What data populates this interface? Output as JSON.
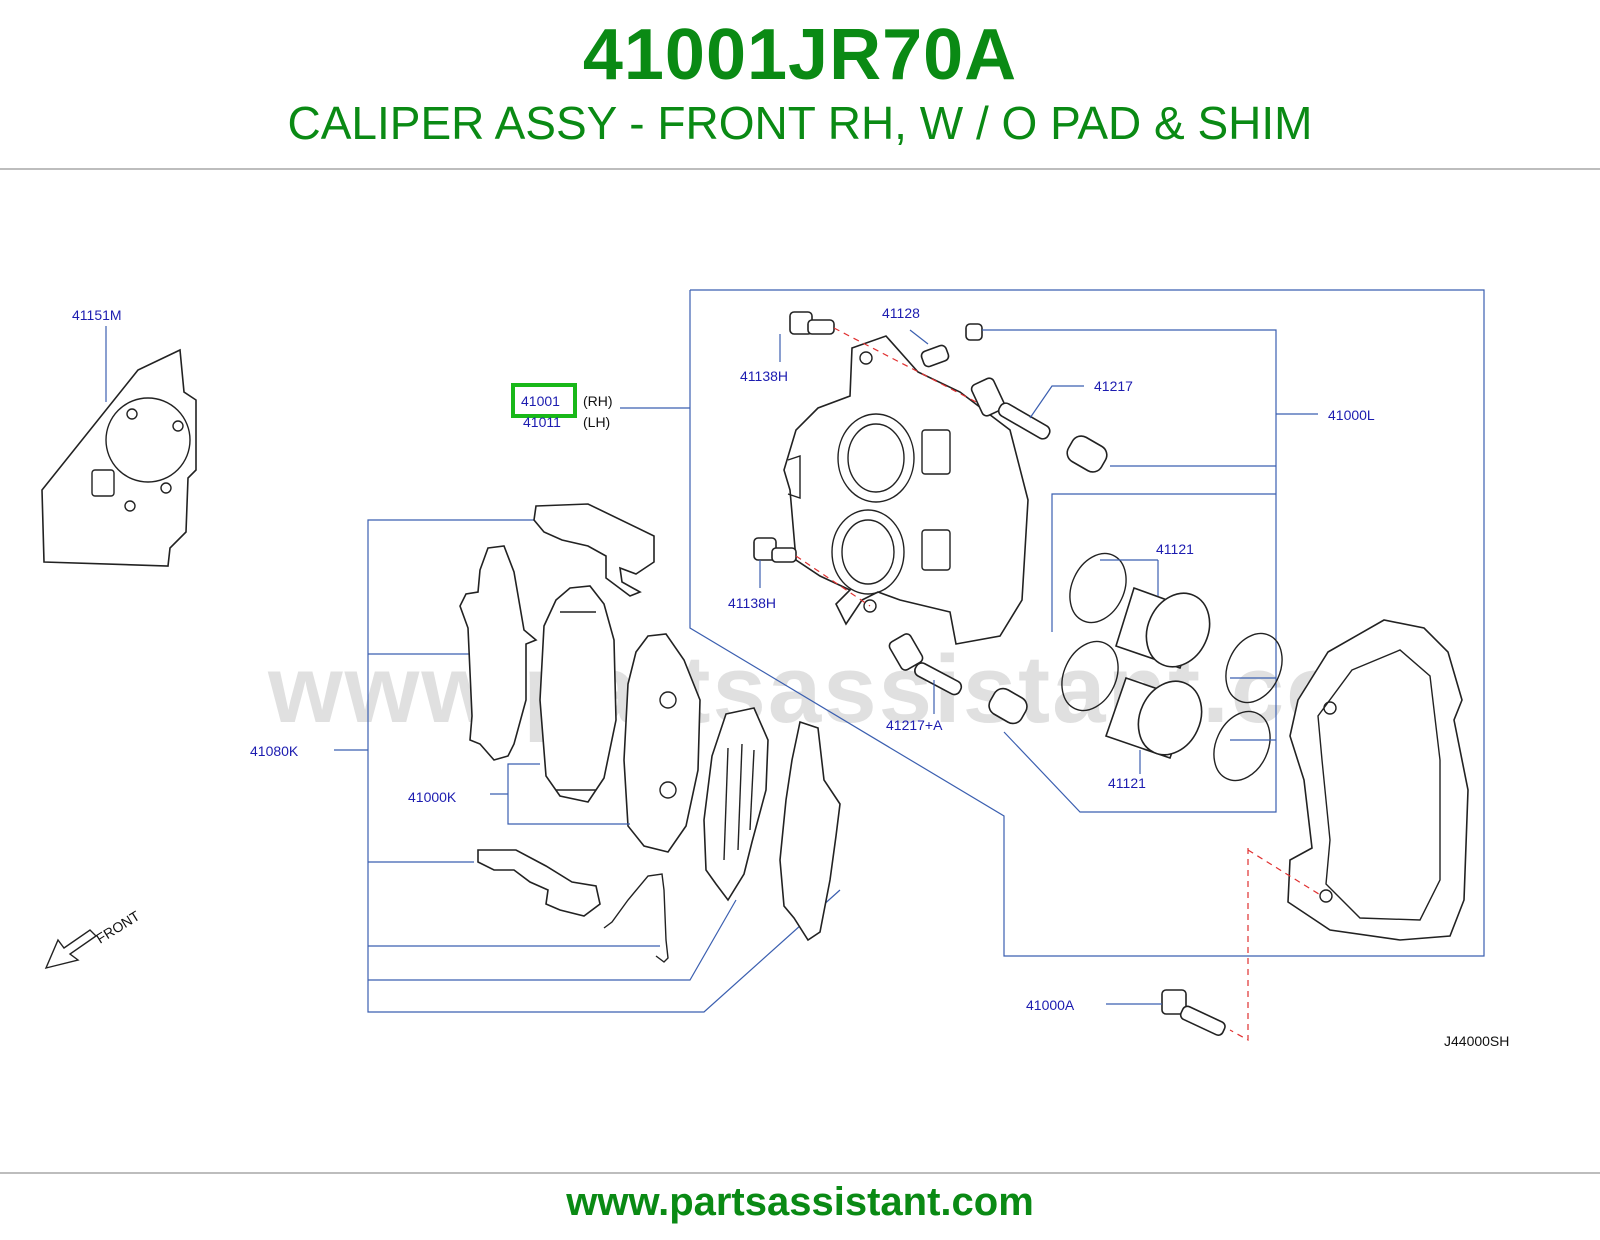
{
  "header": {
    "part_number": "41001JR70A",
    "description": "CALIPER ASSY - FRONT RH, W / O PAD & SHIM"
  },
  "footer": {
    "url": "www.partsassistant.com"
  },
  "diagram": {
    "watermark": "www.partsassistant.com",
    "code": "J44000SH",
    "front_label": "FRONT",
    "highlight_color": "#19b819",
    "labels": {
      "l_41151M": "41151M",
      "l_41001": "41001",
      "l_rh": "(RH)",
      "l_41011": "41011",
      "l_lh": "(LH)",
      "l_41138H_top": "41138H",
      "l_41128": "41128",
      "l_41217": "41217",
      "l_41000L": "41000L",
      "l_41121_top": "41121",
      "l_41138H_bot": "41138H",
      "l_41217A": "41217+A",
      "l_41121_bot": "41121",
      "l_41080K": "41080K",
      "l_41000K": "41000K",
      "l_41000A": "41000A"
    }
  }
}
